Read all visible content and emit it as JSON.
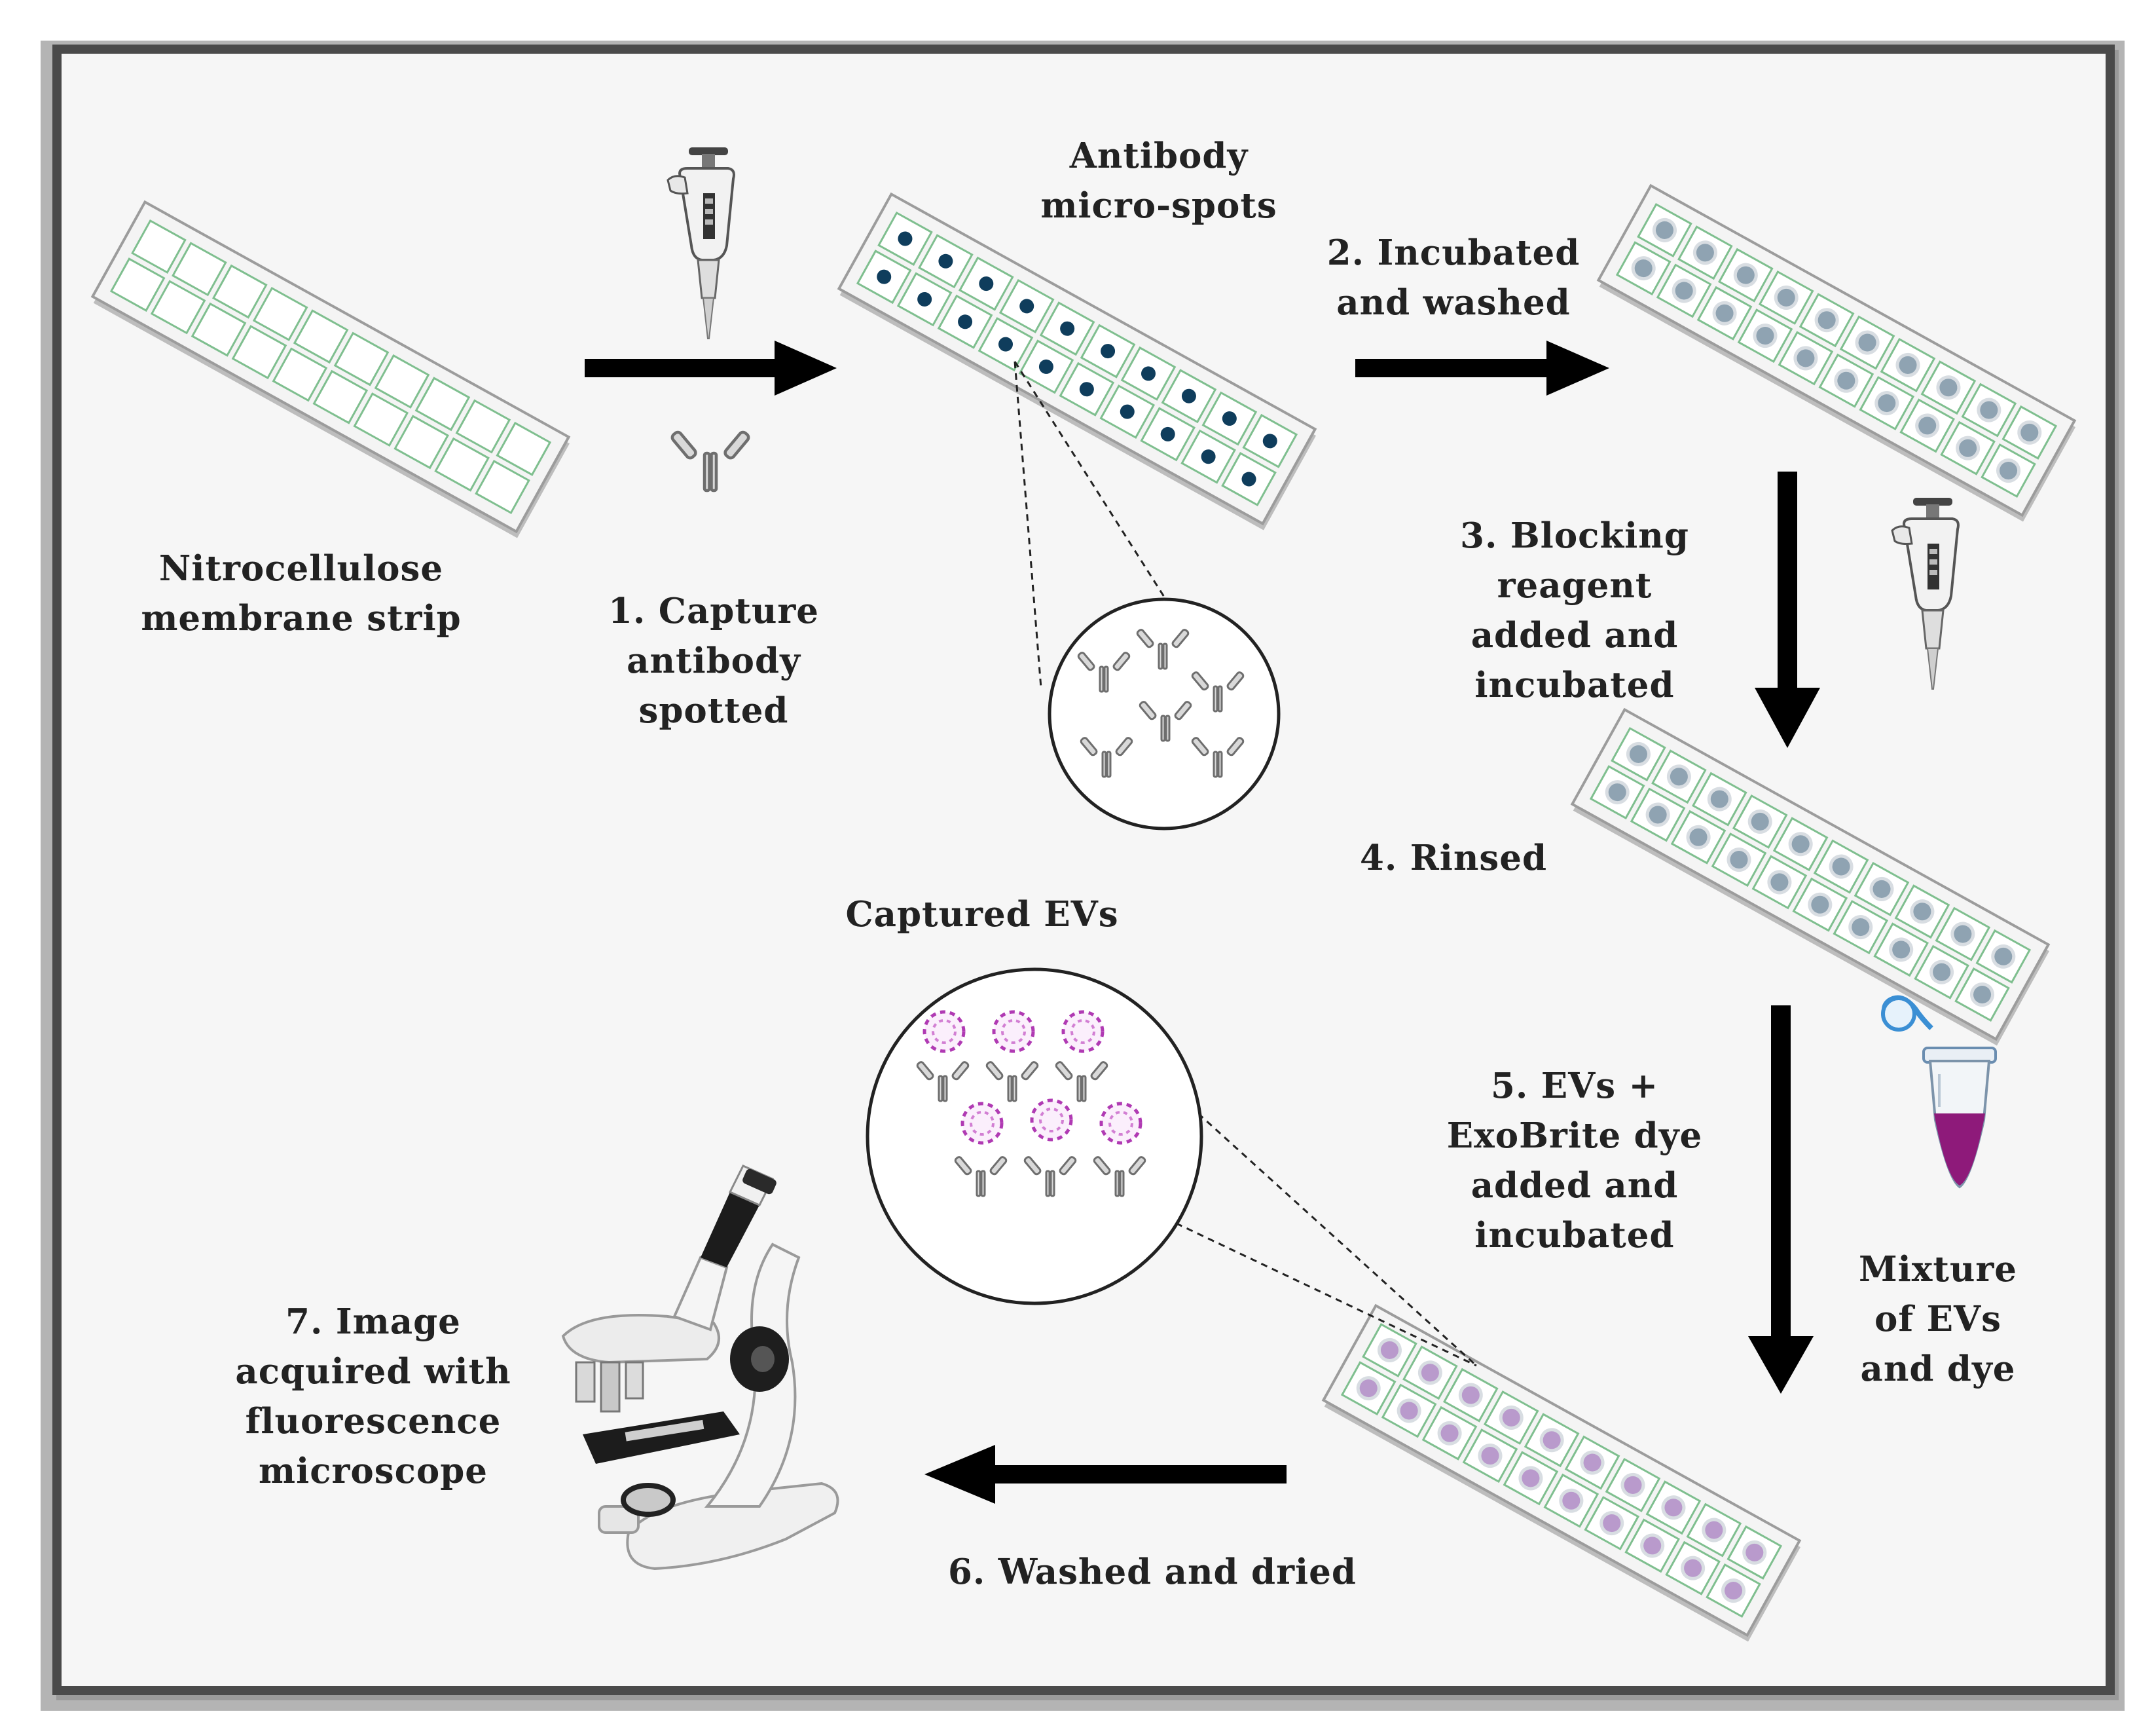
{
  "labels": {
    "strip": "Nitrocellulose\nmembrane strip",
    "step1": "1. Capture\nantibody\nspotted",
    "spots": "Antibody\nmicro-spots",
    "step2": "2. Incubated\nand washed",
    "step3": "3. Blocking\nreagent\nadded and\nincubated",
    "step4": "4. Rinsed",
    "captured": "Captured EVs",
    "step5": "5. EVs +\nExoBrite dye\nadded and\nincubated",
    "mixture": "Mixture\nof EVs\nand dye",
    "step6": "6. Washed and dried",
    "step7": "7. Image\nacquired with\nfluorescence\nmicroscope"
  },
  "colors": {
    "frame": "#4a4a4a",
    "well_border": "#7fbf8f",
    "antibody_spot": "#0f3d5c",
    "blocked_spot": "#8fa3b2",
    "ev_spot": "#b99acc",
    "ev_vesicle": "#b03ab3",
    "dye_tube": "#8e1a7a",
    "arrow": "#000000"
  },
  "icons": [
    "pipette-icon",
    "antibody-icon",
    "microcentrifuge-tube-icon",
    "microscope-icon"
  ]
}
